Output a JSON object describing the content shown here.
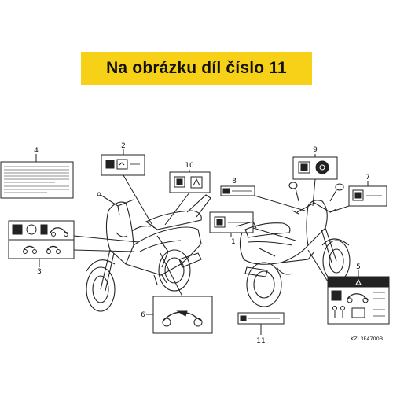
{
  "banner": {
    "text": "Na obrázku díl číslo 11"
  },
  "diagram": {
    "callouts": [
      "1",
      "2",
      "3",
      "4",
      "5",
      "6",
      "7",
      "8",
      "9",
      "10",
      "11"
    ],
    "drawing_code": "KZL3F4700B"
  },
  "colors": {
    "banner_bg": "#f7d117",
    "line": "#222222",
    "panel_fill": "#222222"
  }
}
